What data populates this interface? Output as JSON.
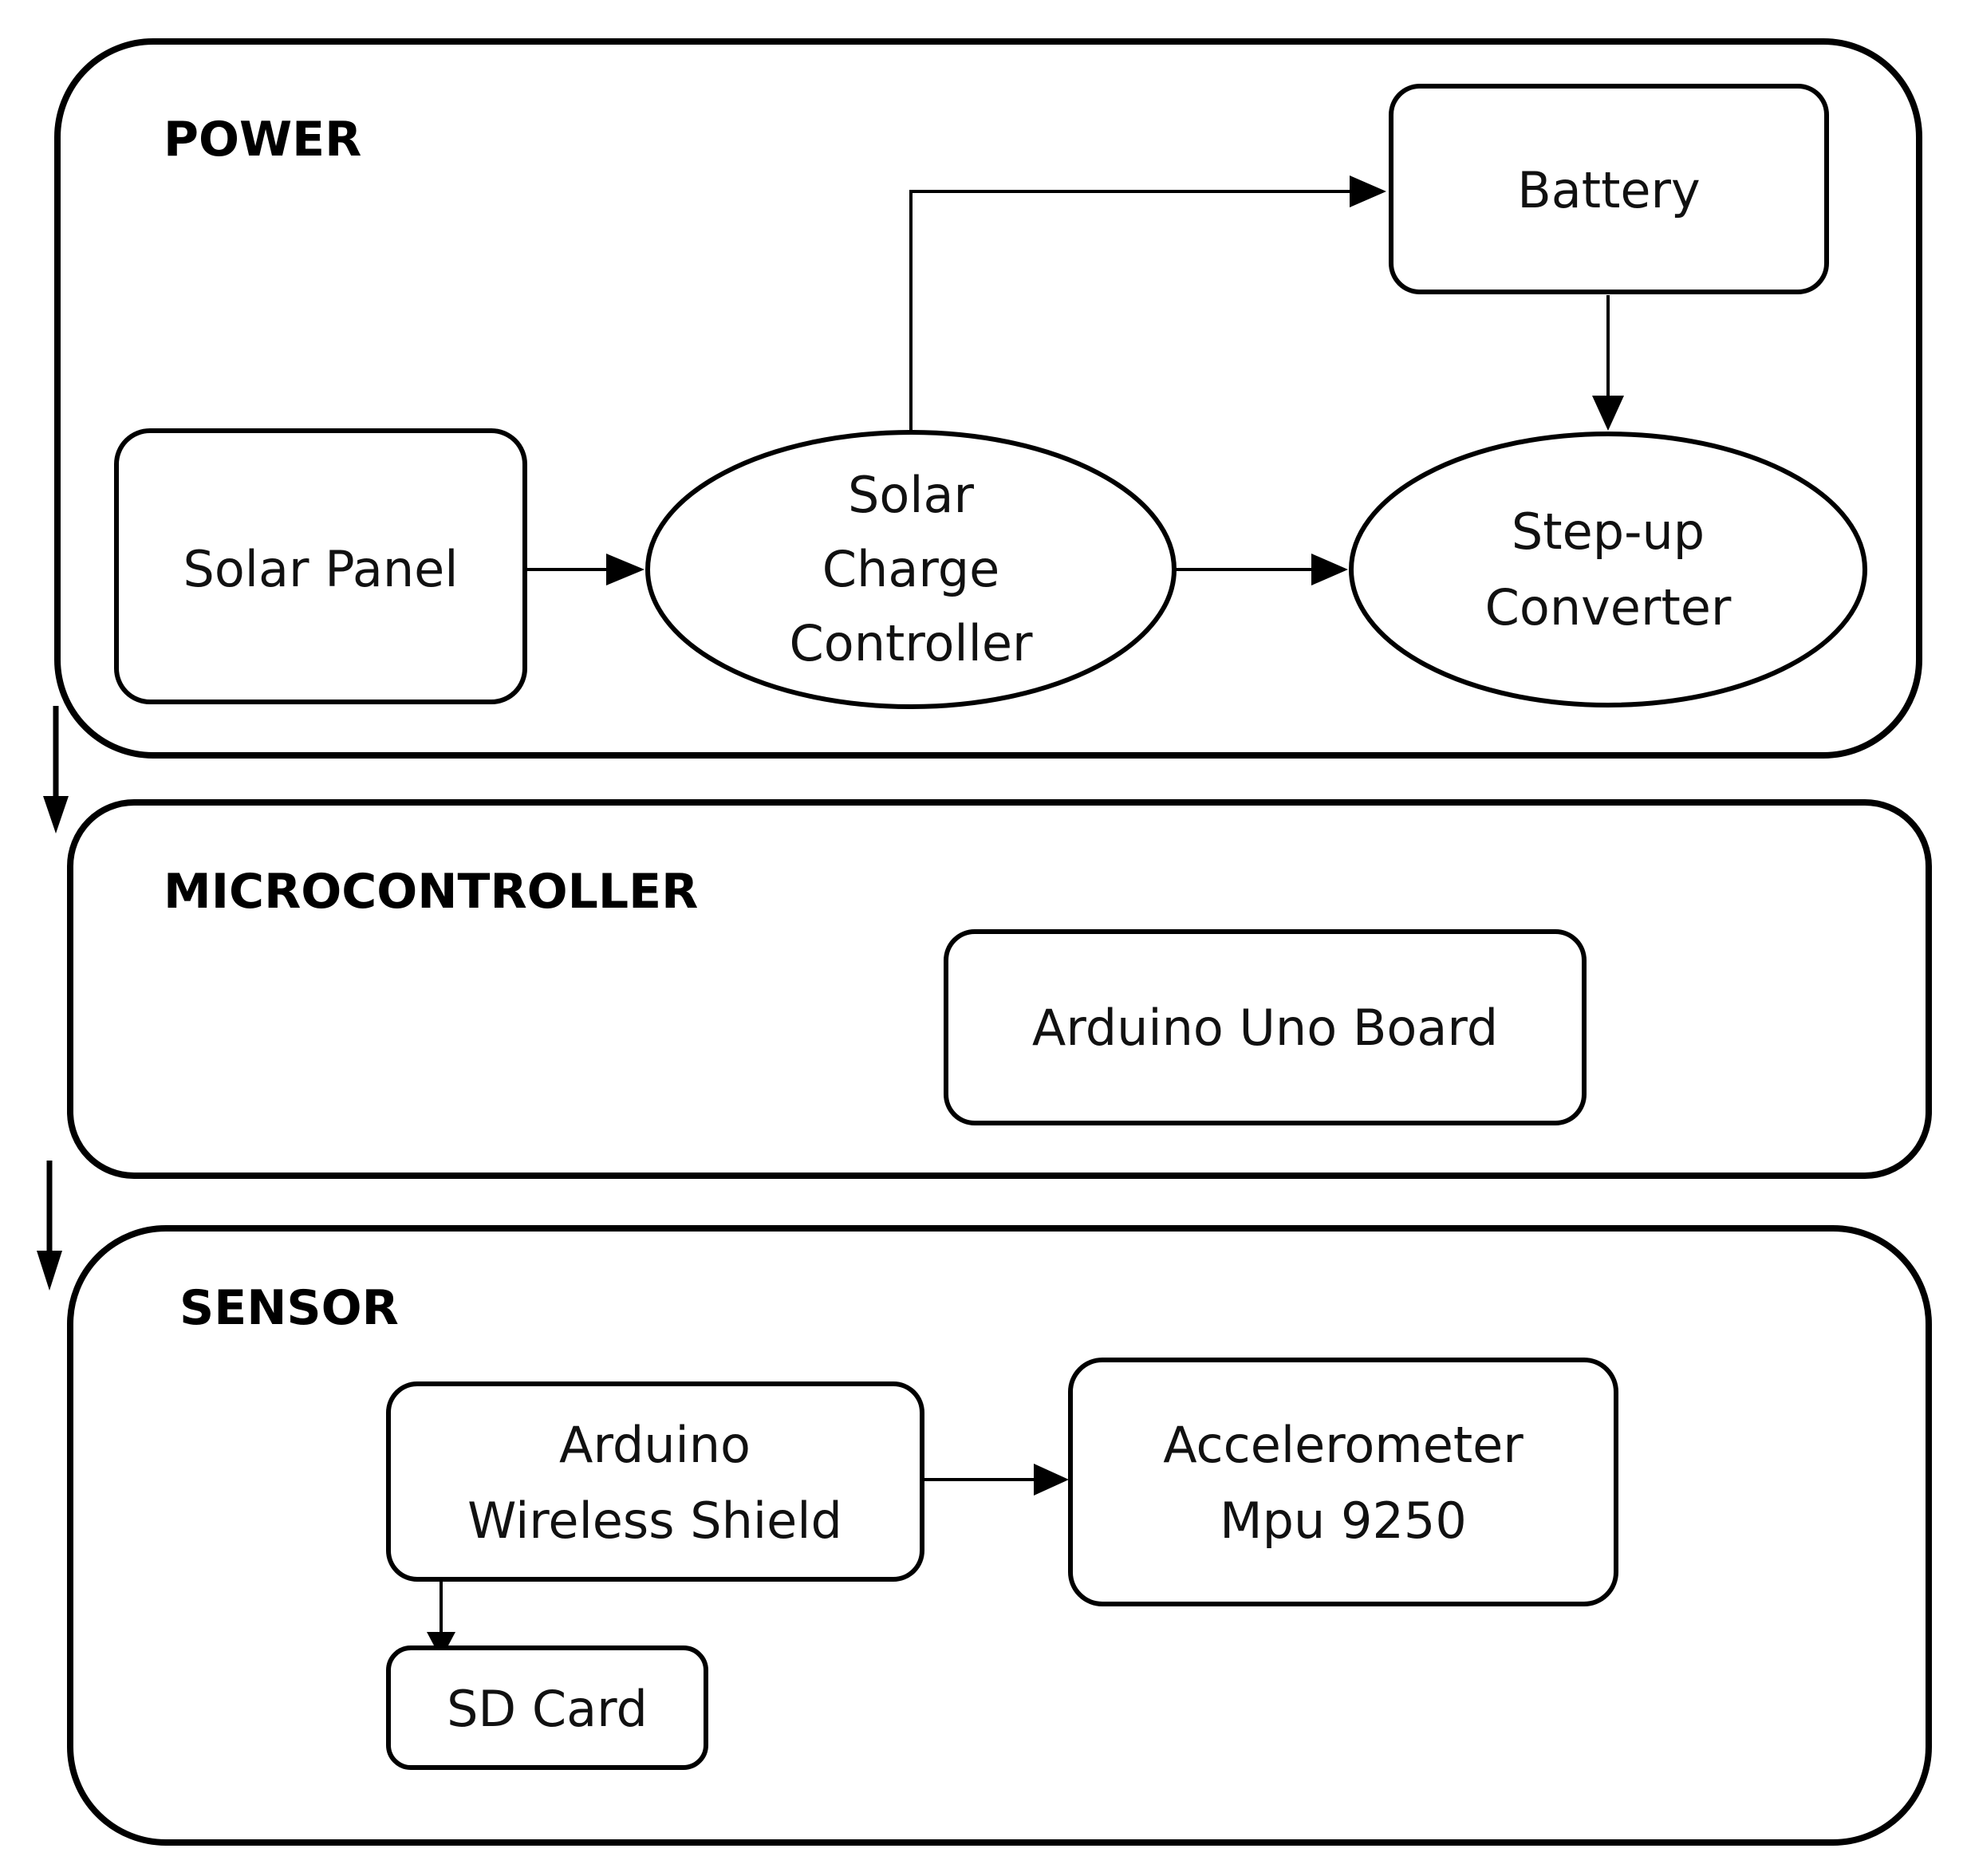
{
  "groups": {
    "power": "POWER",
    "microcontroller": "MICROCONTROLLER",
    "sensor": "SENSOR"
  },
  "nodes": {
    "solar_panel": {
      "shape": "rounded-rectangle",
      "lines": [
        "Solar Panel"
      ]
    },
    "charge_controller": {
      "shape": "ellipse",
      "lines": [
        "Solar",
        "Charge",
        "Controller"
      ]
    },
    "battery": {
      "shape": "rounded-rectangle",
      "lines": [
        "Battery"
      ]
    },
    "step_up_converter": {
      "shape": "ellipse",
      "lines": [
        "Step-up",
        "Converter"
      ]
    },
    "arduino_uno": {
      "shape": "rounded-rectangle",
      "lines": [
        "Arduino Uno Board"
      ]
    },
    "wireless_shield": {
      "shape": "rounded-rectangle",
      "lines": [
        "Arduino",
        "Wireless Shield"
      ]
    },
    "accelerometer": {
      "shape": "rounded-rectangle",
      "lines": [
        "Accelerometer",
        "Mpu 9250"
      ]
    },
    "sd_card": {
      "shape": "rounded-rectangle",
      "lines": [
        "SD Card"
      ]
    }
  },
  "edges": [
    {
      "from": "Solar Panel",
      "to": "Solar Charge Controller"
    },
    {
      "from": "Solar Charge Controller",
      "to": "Battery"
    },
    {
      "from": "Solar Charge Controller",
      "to": "Step-up Converter"
    },
    {
      "from": "Battery",
      "to": "Step-up Converter"
    },
    {
      "from": "Arduino Wireless Shield",
      "to": "Accelerometer Mpu 9250"
    },
    {
      "from": "Arduino Wireless Shield",
      "to": "SD Card"
    },
    {
      "from": "POWER",
      "to": "MICROCONTROLLER"
    },
    {
      "from": "MICROCONTROLLER",
      "to": "SENSOR"
    }
  ]
}
